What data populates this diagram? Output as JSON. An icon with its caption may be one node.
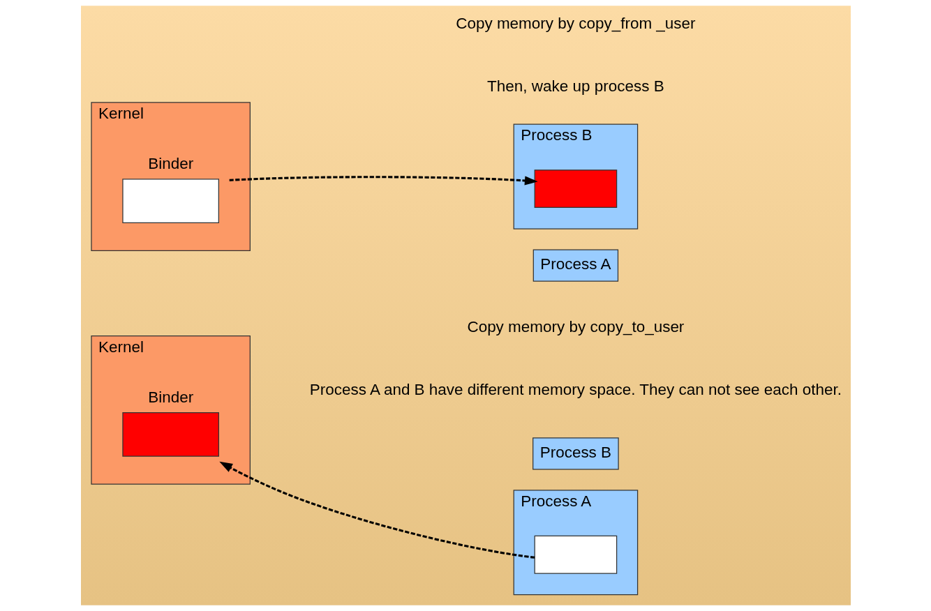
{
  "diagram": {
    "nodes": [
      {
        "text": [
          "Kernel"
        ]
      },
      {
        "text": [
          "Binder"
        ],
        "in": 0
      },
      {
        "text": [
          "Process B"
        ]
      },
      {
        "text": [
          "Process A"
        ]
      },
      {
        "text": [],
        "shape": "box",
        "in": 3
      },
      {
        "text": [
          "Kernel"
        ]
      },
      {
        "text": [
          "Binder"
        ],
        "in": 5
      },
      {
        "text": [
          "Process B"
        ]
      },
      {
        "text": [
          "Process A"
        ]
      },
      {
        "text": [],
        "shape": "box",
        "in": 7
      }
    ],
    "edges": [
      {
        "from": 4,
        "to": 1,
        "arrow": "to",
        "style": "dashed"
      },
      {
        "from": 6,
        "to": 9,
        "arrow": "to",
        "style": "dashed"
      }
    ],
    "labels": [
      "Process A and B have different memory space. They can not see each other.",
      "Copy memory by copy_from _user",
      "Then, wake up process B",
      "Copy memory by copy_to_user"
    ]
  }
}
